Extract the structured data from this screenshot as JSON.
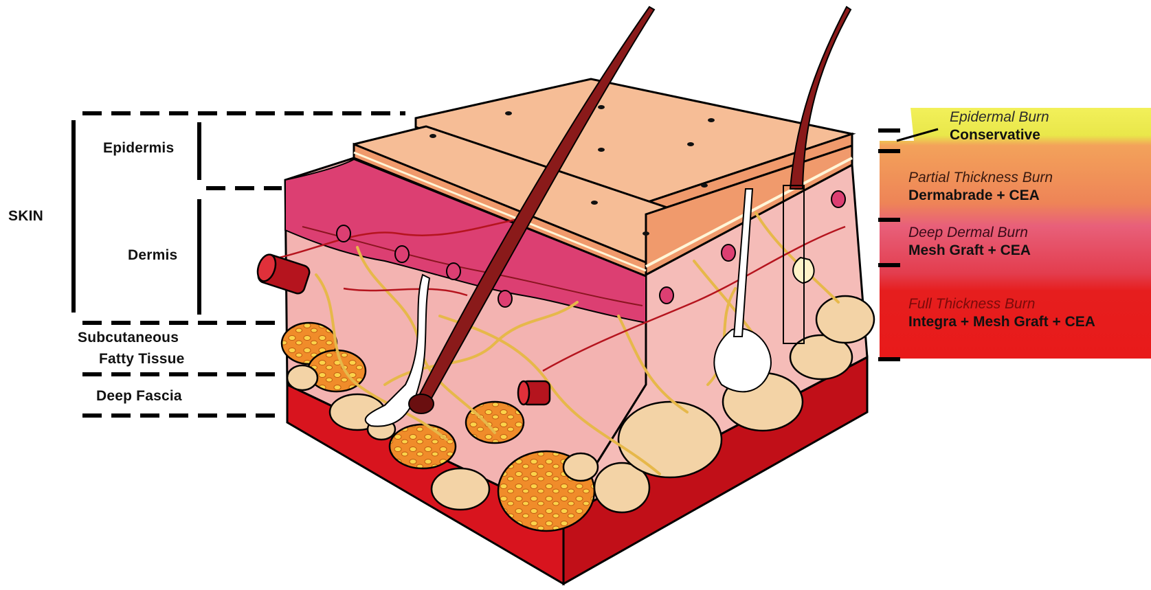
{
  "layers": {
    "skin": "SKIN",
    "epidermis": "Epidermis",
    "dermis": "Dermis",
    "subcutaneous": "Subcutaneous",
    "fatty_tissue": "Fatty Tissue",
    "deep_fascia": "Deep Fascia"
  },
  "burns": [
    {
      "type": "Epidermal Burn",
      "treatment": "Conservative",
      "color": "#e8ea3c"
    },
    {
      "type": "Partial Thickness Burn",
      "treatment": "Dermabrade + CEA",
      "color": "#ef8a4a"
    },
    {
      "type": "Deep Dermal Burn",
      "treatment": "Mesh Graft + CEA",
      "color": "#e4436a"
    },
    {
      "type": "Full Thickness Burn",
      "treatment": "Integra + Mesh Graft + CEA",
      "color": "#e81c1c"
    }
  ],
  "colors": {
    "epidermis_top": "#f6bd96",
    "epidermis_front": "#f09a6c",
    "dermis": "#f3b3b1",
    "papillary": "#dc3f72",
    "fascia": "#d8141e",
    "fat": "#f3d3a6",
    "hair": "#8a1a1a",
    "nerve": "#e6b84a"
  }
}
